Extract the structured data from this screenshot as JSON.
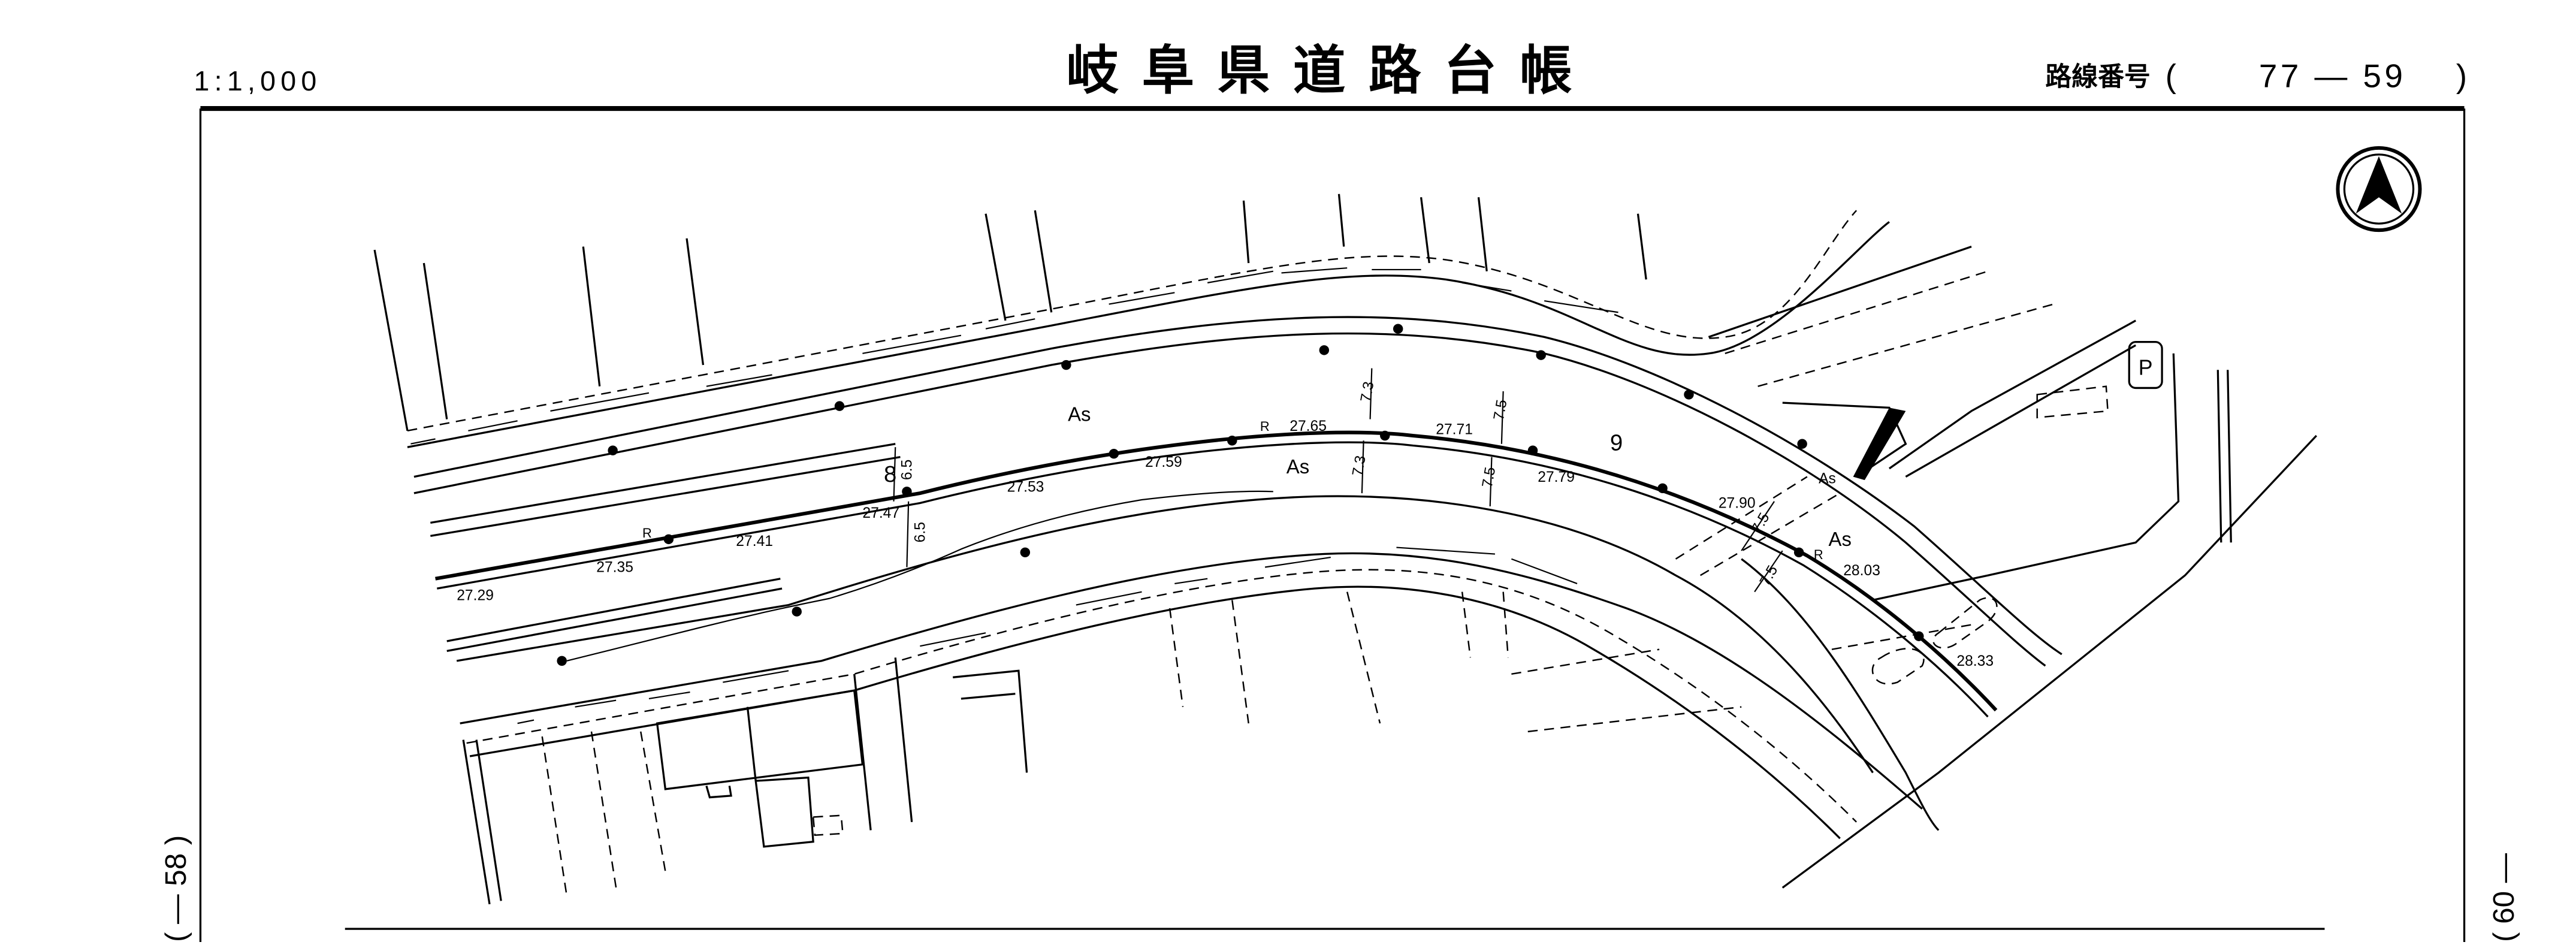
{
  "header": {
    "scale": "1:1,000",
    "title": "岐阜県道路台帳",
    "route_label": "路線番号",
    "route_number_open": "(",
    "route_number": "77 — 59",
    "route_number_close": ")"
  },
  "adjacent_sheets": {
    "left": "( — 58 )",
    "right": "( 60 —"
  },
  "map": {
    "north_arrow": "north-arrow-icon",
    "surface_labels": [
      "As",
      "As",
      "As",
      "As"
    ],
    "section_numbers": [
      "8",
      "9"
    ],
    "elevations": [
      "27.29",
      "27.35",
      "27.41",
      "27.47",
      "27.53",
      "27.59",
      "27.65",
      "27.71",
      "27.79",
      "27.90",
      "28.03",
      "28.33"
    ],
    "curve_marks": [
      "R",
      "R",
      "R"
    ],
    "widths": [
      "6.5",
      "6.5",
      "7.3",
      "7.3",
      "7.5",
      "7.5",
      "7.5",
      "7.5"
    ],
    "parking": "P"
  }
}
